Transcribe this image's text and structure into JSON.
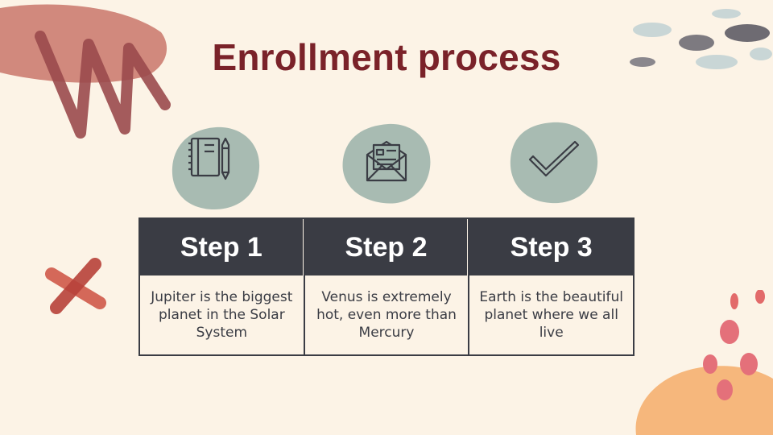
{
  "title": "Enrollment process",
  "colors": {
    "background": "#fcf3e6",
    "title": "#7a2229",
    "header": "#3a3c44",
    "blob": "#9fb5ac"
  },
  "steps": [
    {
      "icon": "notebook-pencil-icon",
      "label": "Step 1",
      "text": "Jupiter is the biggest planet in the Solar System"
    },
    {
      "icon": "envelope-letter-icon",
      "label": "Step 2",
      "text": "Venus is extremely hot, even more than Mercury"
    },
    {
      "icon": "checkmark-icon",
      "label": "Step 3",
      "text": "Earth is the beautiful planet where we all live"
    }
  ]
}
